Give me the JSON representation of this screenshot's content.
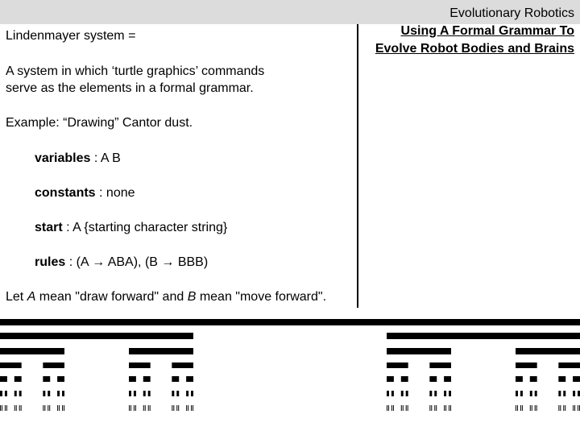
{
  "title": {
    "line1": "Evolutionary Robotics",
    "rest": "Using A Formal Grammar To Evolve Robot Bodies and Brains"
  },
  "body": {
    "definition": "Lindenmayer system =",
    "description_line1": "A system in which ‘turtle graphics’ commands",
    "description_line2": "serve as the elements in a formal grammar.",
    "example": "Example: “Drawing” Cantor dust.",
    "variables_label": "variables",
    "variables_value": " : A B",
    "constants_label": "constants",
    "constants_value": " : none",
    "start_label": "start",
    "start_value": "  : A {starting character string}",
    "rules_label": "rules",
    "rules_value": "  : (A → ABA), (B → BBB)",
    "let_prefix": "Let ",
    "let_a": "A",
    "let_middle": " mean \"draw forward\" and ",
    "let_b": "B",
    "let_suffix": " mean \"move forward\"."
  },
  "colors": {
    "topbar": "#dcdcdc",
    "ink": "#000000",
    "background": "#ffffff"
  }
}
